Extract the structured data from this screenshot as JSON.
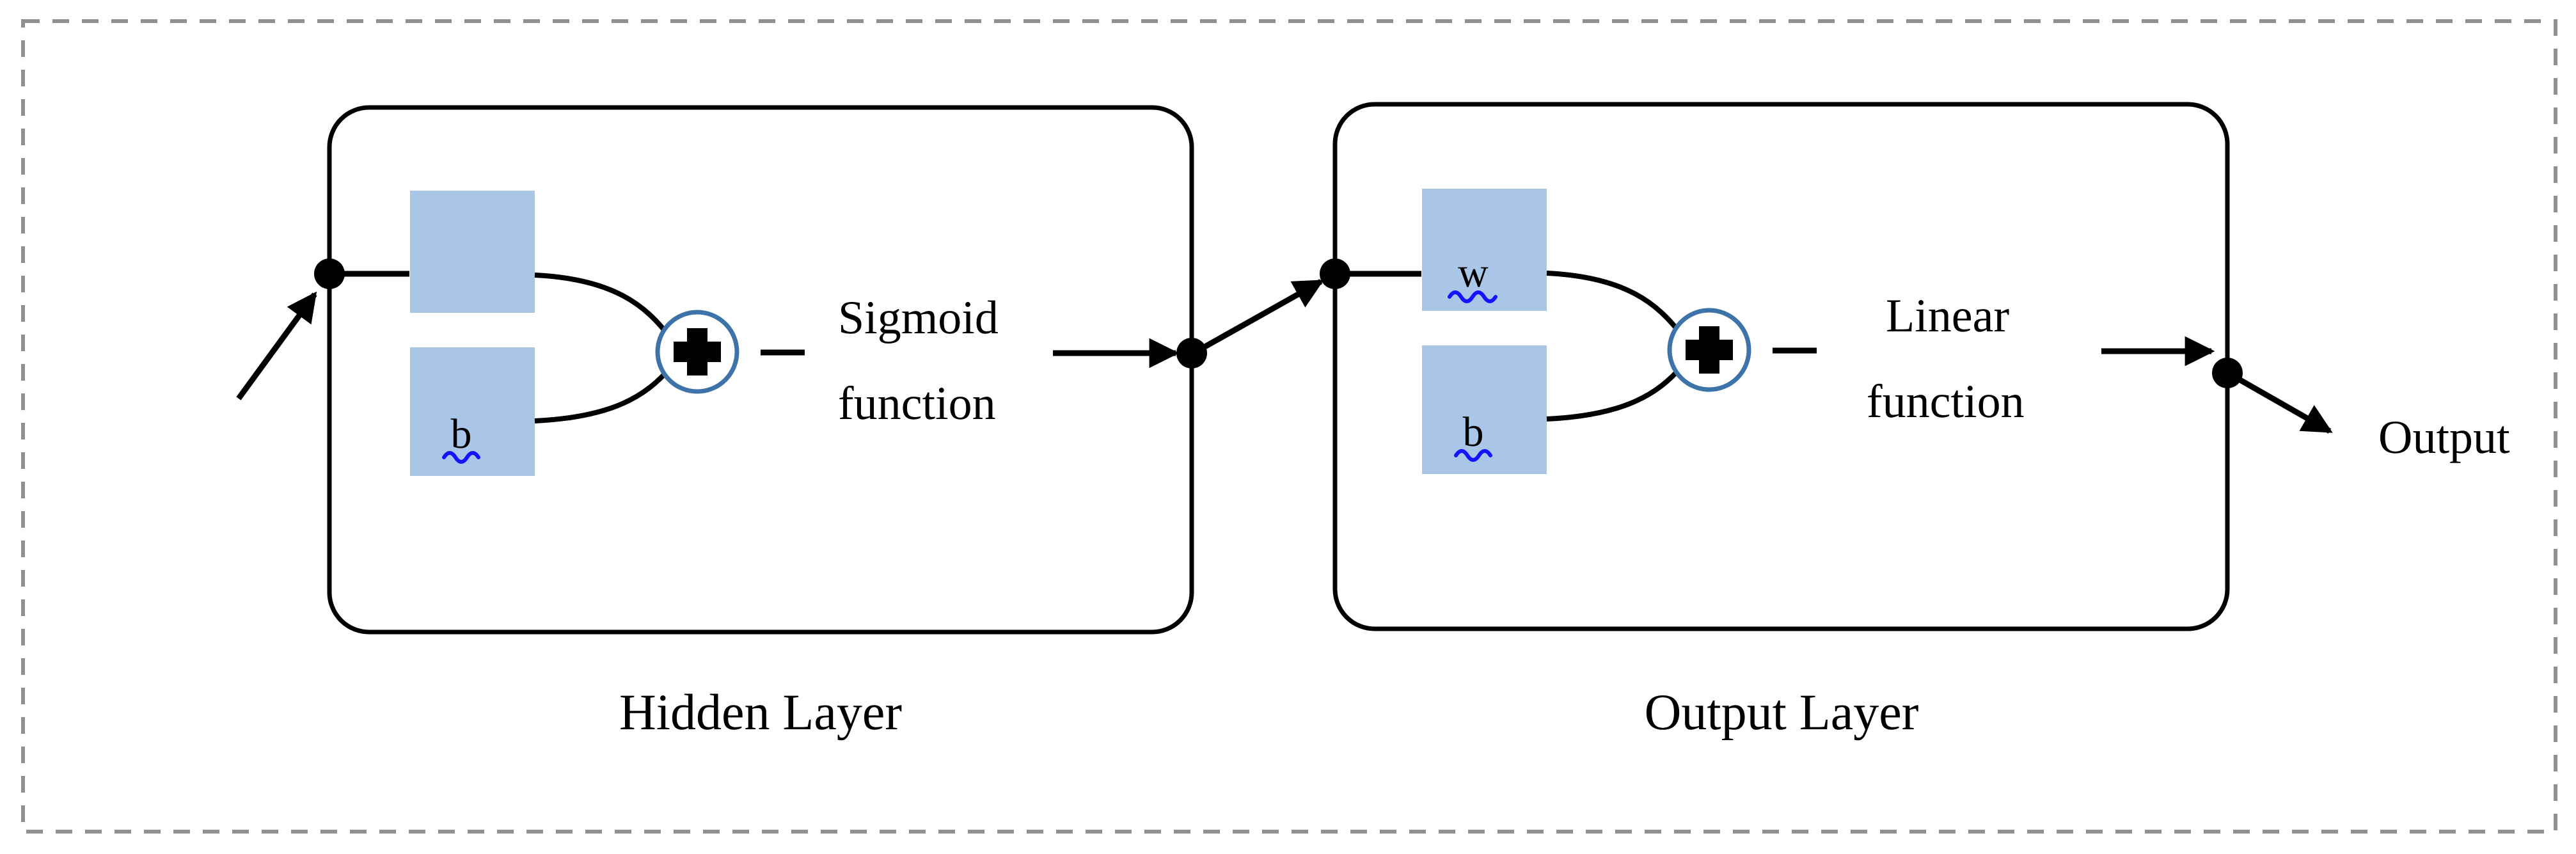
{
  "figure": {
    "title": "Neural network layer block diagram",
    "background_color": "#ffffff",
    "frame_color": "#909090",
    "accent_blue": "#3d73a8",
    "param_box_fill": "#a9c6e8",
    "spellcheck_underline_color": "#1414ff",
    "line_color": "#000000"
  },
  "outer_frame": {
    "style": "dashed",
    "name": "figure-border"
  },
  "input": {
    "arrow_name": "input-arrow",
    "label": ""
  },
  "layers": [
    {
      "id": "hidden",
      "caption": "Hidden Layer",
      "params": [
        {
          "id": "w",
          "letter": "",
          "has_squiggle": false,
          "name": "weight-box"
        },
        {
          "id": "b",
          "letter": "b",
          "has_squiggle": true,
          "name": "bias-box"
        }
      ],
      "operator": "+",
      "operator_name": "sum-operator",
      "activation": {
        "line1": "Sigmoid",
        "line2": "function"
      }
    },
    {
      "id": "output",
      "caption": "Output Layer",
      "params": [
        {
          "id": "w",
          "letter": "w",
          "has_squiggle": true,
          "name": "weight-box"
        },
        {
          "id": "b",
          "letter": "b",
          "has_squiggle": true,
          "name": "bias-box"
        }
      ],
      "operator": "+",
      "operator_name": "sum-operator",
      "activation": {
        "line1": "Linear",
        "line2": "function"
      }
    }
  ],
  "output": {
    "label": "Output",
    "arrow_name": "output-arrow"
  }
}
